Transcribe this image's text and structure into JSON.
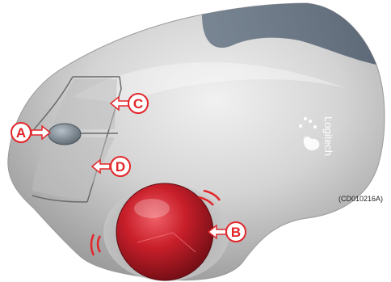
{
  "image": {
    "subject": "Logitech trackball mouse with labeled callouts",
    "colors": {
      "callout": "#e2262a",
      "body": "#c9c9c9",
      "trackball": "#c4252a"
    }
  },
  "callouts": [
    {
      "letter": "A"
    },
    {
      "letter": "B"
    },
    {
      "letter": "C"
    },
    {
      "letter": "D"
    }
  ],
  "brand": {
    "name": "Logitech"
  },
  "caption": "(CD010216A)"
}
